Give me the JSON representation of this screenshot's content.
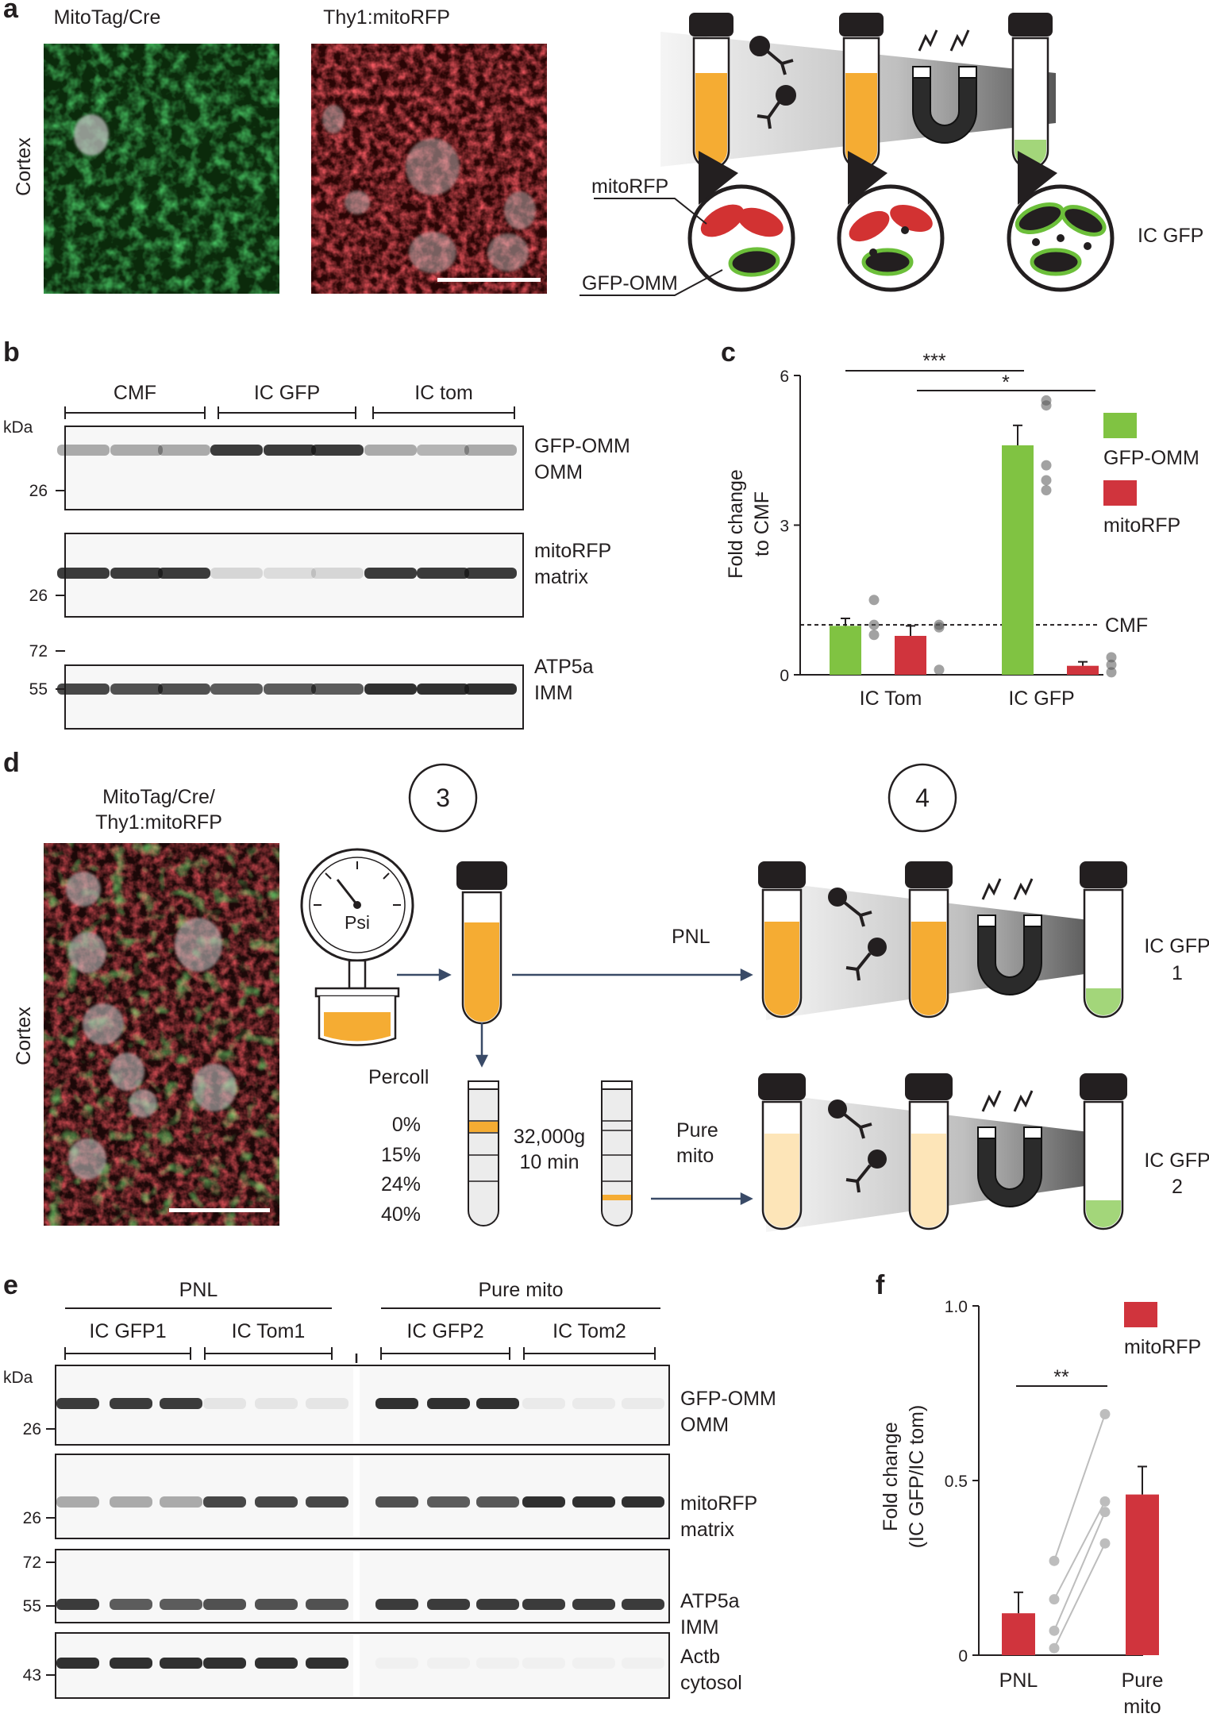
{
  "panel_letters": {
    "a": "a",
    "b": "b",
    "c": "c",
    "d": "d",
    "e": "e",
    "f": "f"
  },
  "panel_a": {
    "img1_title": "MitoTag/Cre",
    "img2_title": "Thy1:mitoRFP",
    "row_label": "Cortex",
    "labels": {
      "mitoRFP": "mitoRFP",
      "gfp_omm": "GFP-OMM",
      "ic_gfp": "IC GFP"
    },
    "colors": {
      "green": "#2f9e2c",
      "red": "#d23232",
      "orange": "#f5ac33",
      "dark": "#231f20"
    }
  },
  "panel_b": {
    "groups": [
      "CMF",
      "IC GFP",
      "IC tom"
    ],
    "kda": "kDa",
    "blots": [
      {
        "name": "GFP-OMM",
        "sub": "OMM",
        "markers": [
          "26"
        ]
      },
      {
        "name": "mitoRFP",
        "sub": "matrix",
        "markers": [
          "26"
        ]
      },
      {
        "name": "ATP5a",
        "sub": "IMM",
        "markers": [
          "72",
          "55"
        ]
      }
    ]
  },
  "panel_c": {
    "sig1": "***",
    "sig2": "*",
    "ref_label": "CMF",
    "chart_data": {
      "type": "bar",
      "categories": [
        "IC Tom",
        "IC GFP"
      ],
      "ylabel": "Fold change to CMF",
      "ylabel_lines": [
        "Fold change",
        "to CMF"
      ],
      "ylim": [
        0,
        6
      ],
      "yticks": [
        "0",
        "3",
        "6"
      ],
      "reference_line": 1,
      "series": [
        {
          "name": "GFP-OMM",
          "color": "#80c342",
          "values": [
            0.98,
            4.6
          ],
          "errors": [
            0.15,
            0.4
          ],
          "points": [
            [
              0.8,
              1.0,
              1.5
            ],
            [
              3.7,
              3.9,
              4.2,
              5.4,
              5.5
            ]
          ]
        },
        {
          "name": "mitoRFP",
          "color": "#d0343d",
          "values": [
            0.78,
            0.18
          ],
          "errors": [
            0.2,
            0.08
          ],
          "points": [
            [
              0.1,
              0.95,
              1.0
            ],
            [
              0.05,
              0.2,
              0.35
            ]
          ]
        }
      ]
    }
  },
  "panel_d": {
    "img_title_1": "MitoTag/Cre/",
    "img_title_2": "Thy1:mitoRFP",
    "row_label": "Cortex",
    "step3": "3",
    "step4": "4",
    "psi": "Psi",
    "percoll": "Percoll",
    "percents": [
      "0%",
      "15%",
      "24%",
      "40%"
    ],
    "spin1": "32,000g",
    "spin2": "10 min",
    "pnl": "PNL",
    "pure1": "Pure",
    "pure2": "mito",
    "ic1a": "IC GFP",
    "ic1b": "1",
    "ic2a": "IC GFP",
    "ic2b": "2"
  },
  "panel_e": {
    "top_groups": [
      "PNL",
      "Pure mito"
    ],
    "groups": [
      "IC GFP1",
      "IC Tom1",
      "IC GFP2",
      "IC Tom2"
    ],
    "kda": "kDa",
    "blots": [
      {
        "name": "GFP-OMM",
        "sub": "OMM",
        "markers": [
          "26"
        ]
      },
      {
        "name": "mitoRFP",
        "sub": "matrix",
        "markers": [
          "26"
        ]
      },
      {
        "name": "ATP5a",
        "sub": "IMM",
        "markers": [
          "72",
          "55"
        ]
      },
      {
        "name": "Actb",
        "sub": "cytosol",
        "markers": [
          "43"
        ]
      }
    ]
  },
  "panel_f": {
    "sig": "**",
    "chart_data": {
      "type": "bar",
      "categories": [
        "PNL",
        "Pure mito"
      ],
      "category_lines": [
        [
          "PNL"
        ],
        [
          "Pure",
          "mito"
        ]
      ],
      "ylabel": "Fold change (IC GFP/IC tom)",
      "ylabel_lines": [
        "Fold change",
        "(IC GFP/IC tom)"
      ],
      "ylim": [
        0,
        1.0
      ],
      "yticks": [
        "0",
        "0.5",
        "1.0"
      ],
      "series": [
        {
          "name": "mitoRFP",
          "color": "#d0343d",
          "values": [
            0.12,
            0.46
          ],
          "errors": [
            0.06,
            0.08
          ]
        }
      ],
      "paired_points": [
        [
          0.02,
          0.32
        ],
        [
          0.07,
          0.41
        ],
        [
          0.16,
          0.44
        ],
        [
          0.27,
          0.69
        ]
      ]
    }
  }
}
